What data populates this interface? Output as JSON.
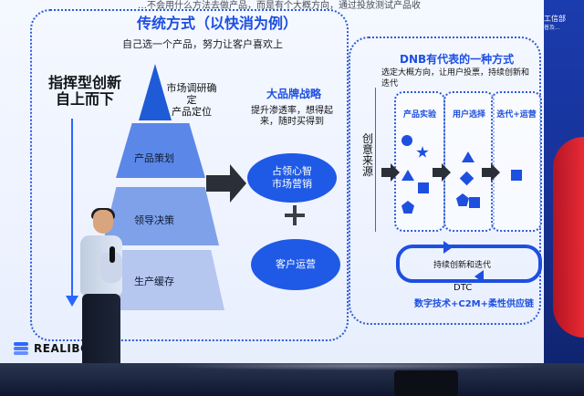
{
  "top_text": "…不会用什么方法去做产品，而是有个大概方向，通过投放测试产品收",
  "left_panel": {
    "title": "传统方式（以快消为例）",
    "subtitle": "自己选一个产品，努力让客户喜欢上",
    "top_down_label": "指挥型创新\n自上而下",
    "market_research": "市场调研确定\n产品定位",
    "pyramid": [
      {
        "label": "产品策划"
      },
      {
        "label": "领导决策"
      },
      {
        "label": "生产缓存"
      }
    ],
    "brand_strategy": {
      "title": "大品牌战略",
      "desc": "提升渗透率，想得起来，随时买得到"
    },
    "ellipses": [
      "占领心智\n市场营销",
      "客户运营"
    ]
  },
  "right_panel": {
    "title": "DNB有代表的一种方式",
    "subtitle": "选定大概方向，让用户投票，持续创新和迭代",
    "vertical_label": "创意来源",
    "cards": [
      "产品实验",
      "用户选择",
      "迭代+运营"
    ],
    "loop_label": "持续创新和迭代",
    "dtc": "DTC",
    "dtc_sub": "数字技术+C2M+柔性供应链"
  },
  "side_badge": {
    "line1": "工信部",
    "line2": "普及…"
  },
  "logo": "REALIBOX",
  "colors": {
    "accent": "#1d4fe0",
    "light_blue": "#7fa1e9",
    "background": "#eef3ff",
    "stage_blue": "#1b3cae"
  }
}
